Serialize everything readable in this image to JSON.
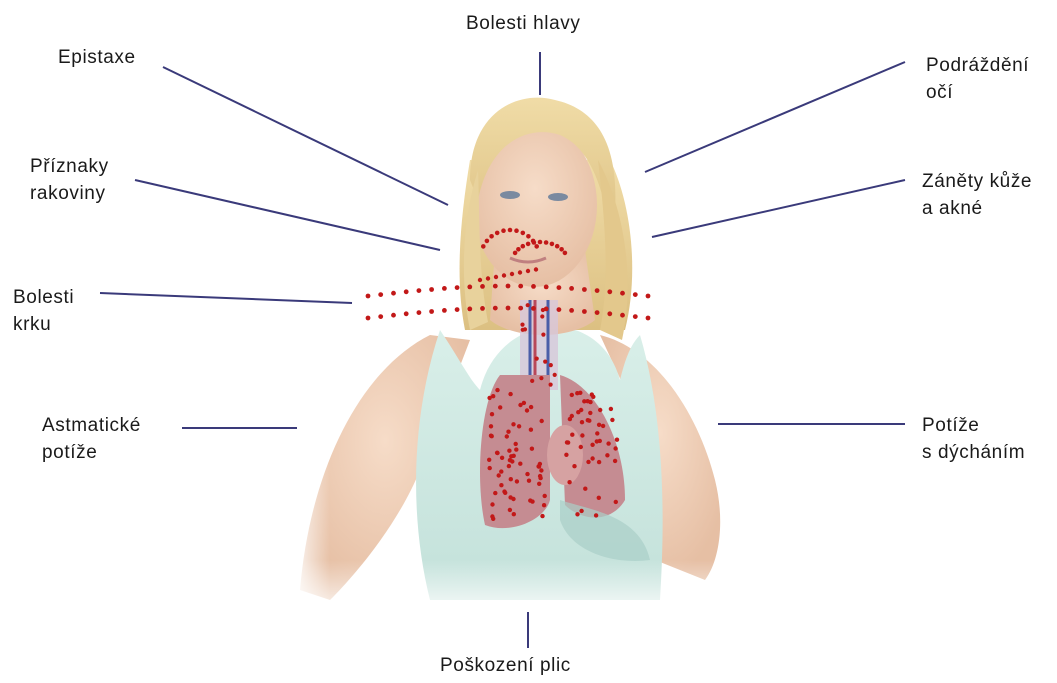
{
  "labels": {
    "top": [
      "Bolesti hlavy"
    ],
    "epistaxe": [
      "Epistaxe"
    ],
    "rakovina": [
      "Příznaky",
      "rakoviny"
    ],
    "krk": [
      "Bolesti",
      "krku"
    ],
    "astma": [
      "Astmatické",
      "potíže"
    ],
    "oci": [
      "Podráždění",
      "očí"
    ],
    "kuze": [
      "Záněty kůže",
      "a akné"
    ],
    "dychani": [
      "Potíže",
      "s dýcháním"
    ],
    "plice": [
      "Poškození plic"
    ]
  },
  "colors": {
    "leader_line": "#3a3a7a",
    "dots": "#c21818",
    "shirt": "#cfe8e2",
    "skin": "#f1d2bd",
    "hair": "#e7cf93",
    "lung": "#c58c92"
  }
}
